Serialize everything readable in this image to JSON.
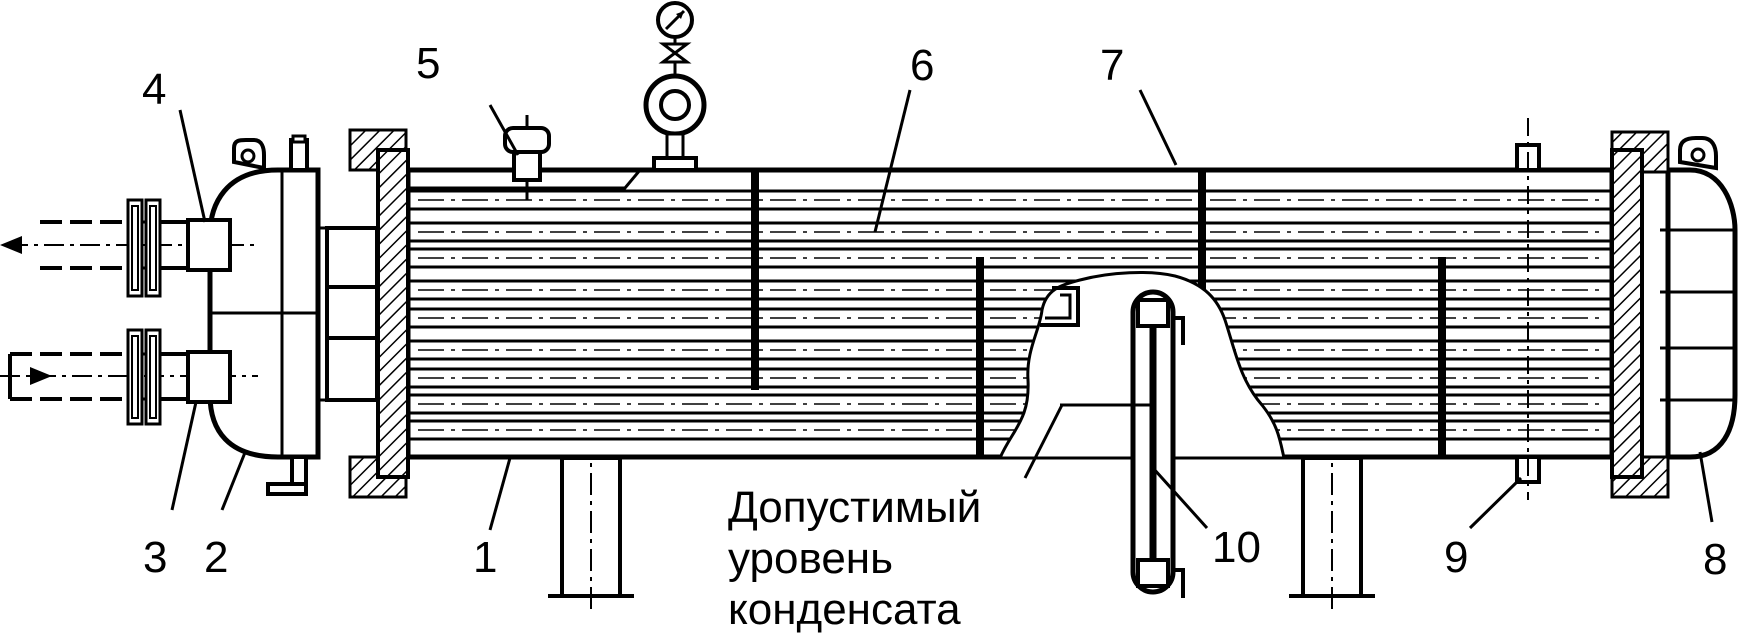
{
  "callouts": {
    "n1": "1",
    "n2": "2",
    "n3": "3",
    "n4": "4",
    "n5": "5",
    "n6": "6",
    "n7": "7",
    "n8": "8",
    "n9": "9",
    "n10": "10"
  },
  "note": {
    "line1": "Допустимый",
    "line2": "уровень",
    "line3": "конденсата"
  },
  "icons": {
    "flow_out": "arrow-left-icon",
    "flow_in": "arrow-right-icon",
    "gauge": "pressure-gauge-icon",
    "valve": "valve-icon"
  }
}
